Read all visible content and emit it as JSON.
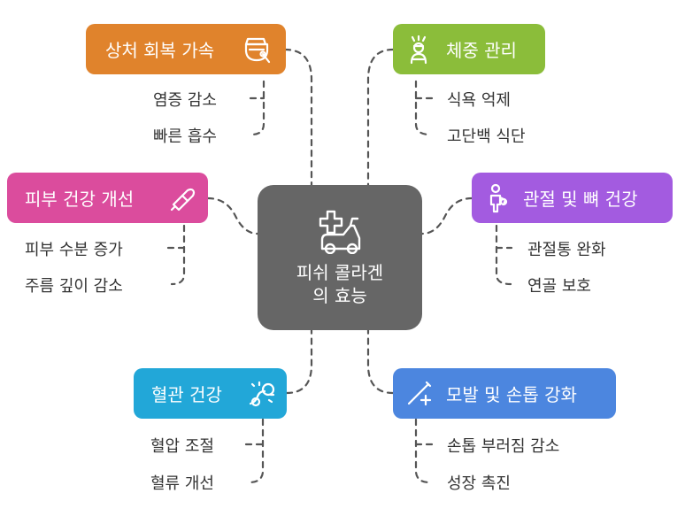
{
  "center": {
    "title_line1": "피쉬 콜라겐",
    "title_line2": "의 효능",
    "icon": "ambulance-medical-icon"
  },
  "branches": {
    "wound": {
      "label": "상처 회복 가속",
      "color": "#E0832C",
      "icon": "bandaged-container-icon",
      "items": [
        "염증 감소",
        "빠른 흡수"
      ]
    },
    "weight": {
      "label": "체중 관리",
      "color": "#8BBD3A",
      "icon": "person-weight-icon",
      "items": [
        "식욕 억제",
        "고단백 식단"
      ]
    },
    "skin": {
      "label": "피부 건강 개선",
      "color": "#DB4C9D",
      "icon": "lipstick-icon",
      "items": [
        "피부 수분 증가",
        "주름 깊이 감소"
      ]
    },
    "joint": {
      "label": "관절 및 뼈 건강",
      "color": "#A35BE0",
      "icon": "joint-pain-person-icon",
      "items": [
        "관절통 완화",
        "연골 보호"
      ]
    },
    "blood": {
      "label": "혈관 건강",
      "color": "#22A7D8",
      "icon": "blood-vessel-icon",
      "items": [
        "혈압 조절",
        "혈류 개선"
      ]
    },
    "hair": {
      "label": "모발 및 손톱 강화",
      "color": "#4C86DF",
      "icon": "syringe-plus-icon",
      "items": [
        "손톱 부러짐 감소",
        "성장 촉진"
      ]
    }
  }
}
